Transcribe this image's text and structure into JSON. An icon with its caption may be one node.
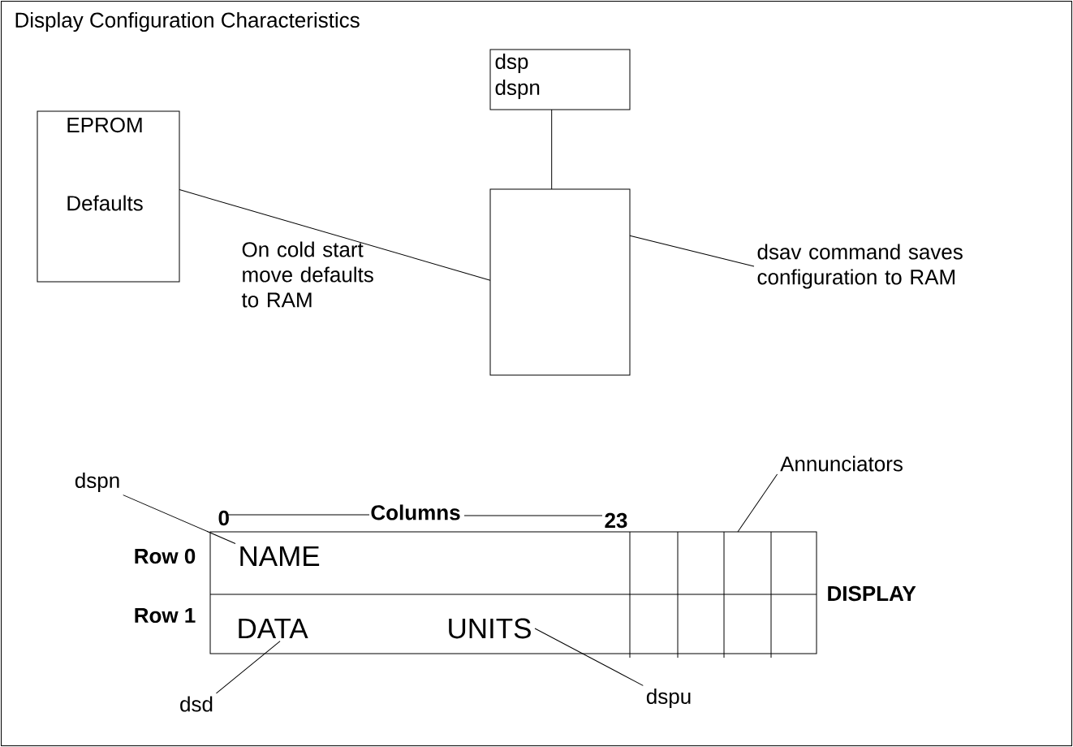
{
  "diagram": {
    "title": "Display Configuration Characteristics",
    "nodes": [
      {
        "text": [
          "EPROM",
          "Defaults"
        ]
      },
      {
        "text": [
          "dsp",
          "dspn"
        ]
      },
      {
        "text": [],
        "shape": "box"
      },
      {
        "text": [
          "dsav command saves configuration to RAM"
        ]
      },
      {
        "text": [
          "DISPLAY"
        ]
      },
      {
        "text": [
          "NAME"
        ],
        "in": 4
      },
      {
        "text": [
          "DATA"
        ],
        "in": 4
      },
      {
        "text": [
          "UNITS"
        ],
        "in": 4
      },
      {
        "text": [
          "dspn"
        ]
      },
      {
        "text": [
          "dsd"
        ]
      },
      {
        "text": [
          "dspu"
        ]
      },
      {
        "text": [
          "Annunciators"
        ]
      }
    ],
    "edges": [
      {
        "from": 0,
        "to": 2,
        "arrow": "none",
        "label": "On cold start move defaults to RAM"
      },
      {
        "from": 1,
        "to": 2,
        "arrow": "none"
      },
      {
        "from": 2,
        "to": 3,
        "arrow": "none"
      },
      {
        "from": 8,
        "to": 5,
        "arrow": "none"
      },
      {
        "from": 9,
        "to": 6,
        "arrow": "none"
      },
      {
        "from": 10,
        "to": 7,
        "arrow": "none"
      },
      {
        "from": 11,
        "to": 4,
        "arrow": "none"
      }
    ],
    "labels": [
      "0",
      "Columns",
      "23",
      "Row 0",
      "Row 1"
    ]
  }
}
